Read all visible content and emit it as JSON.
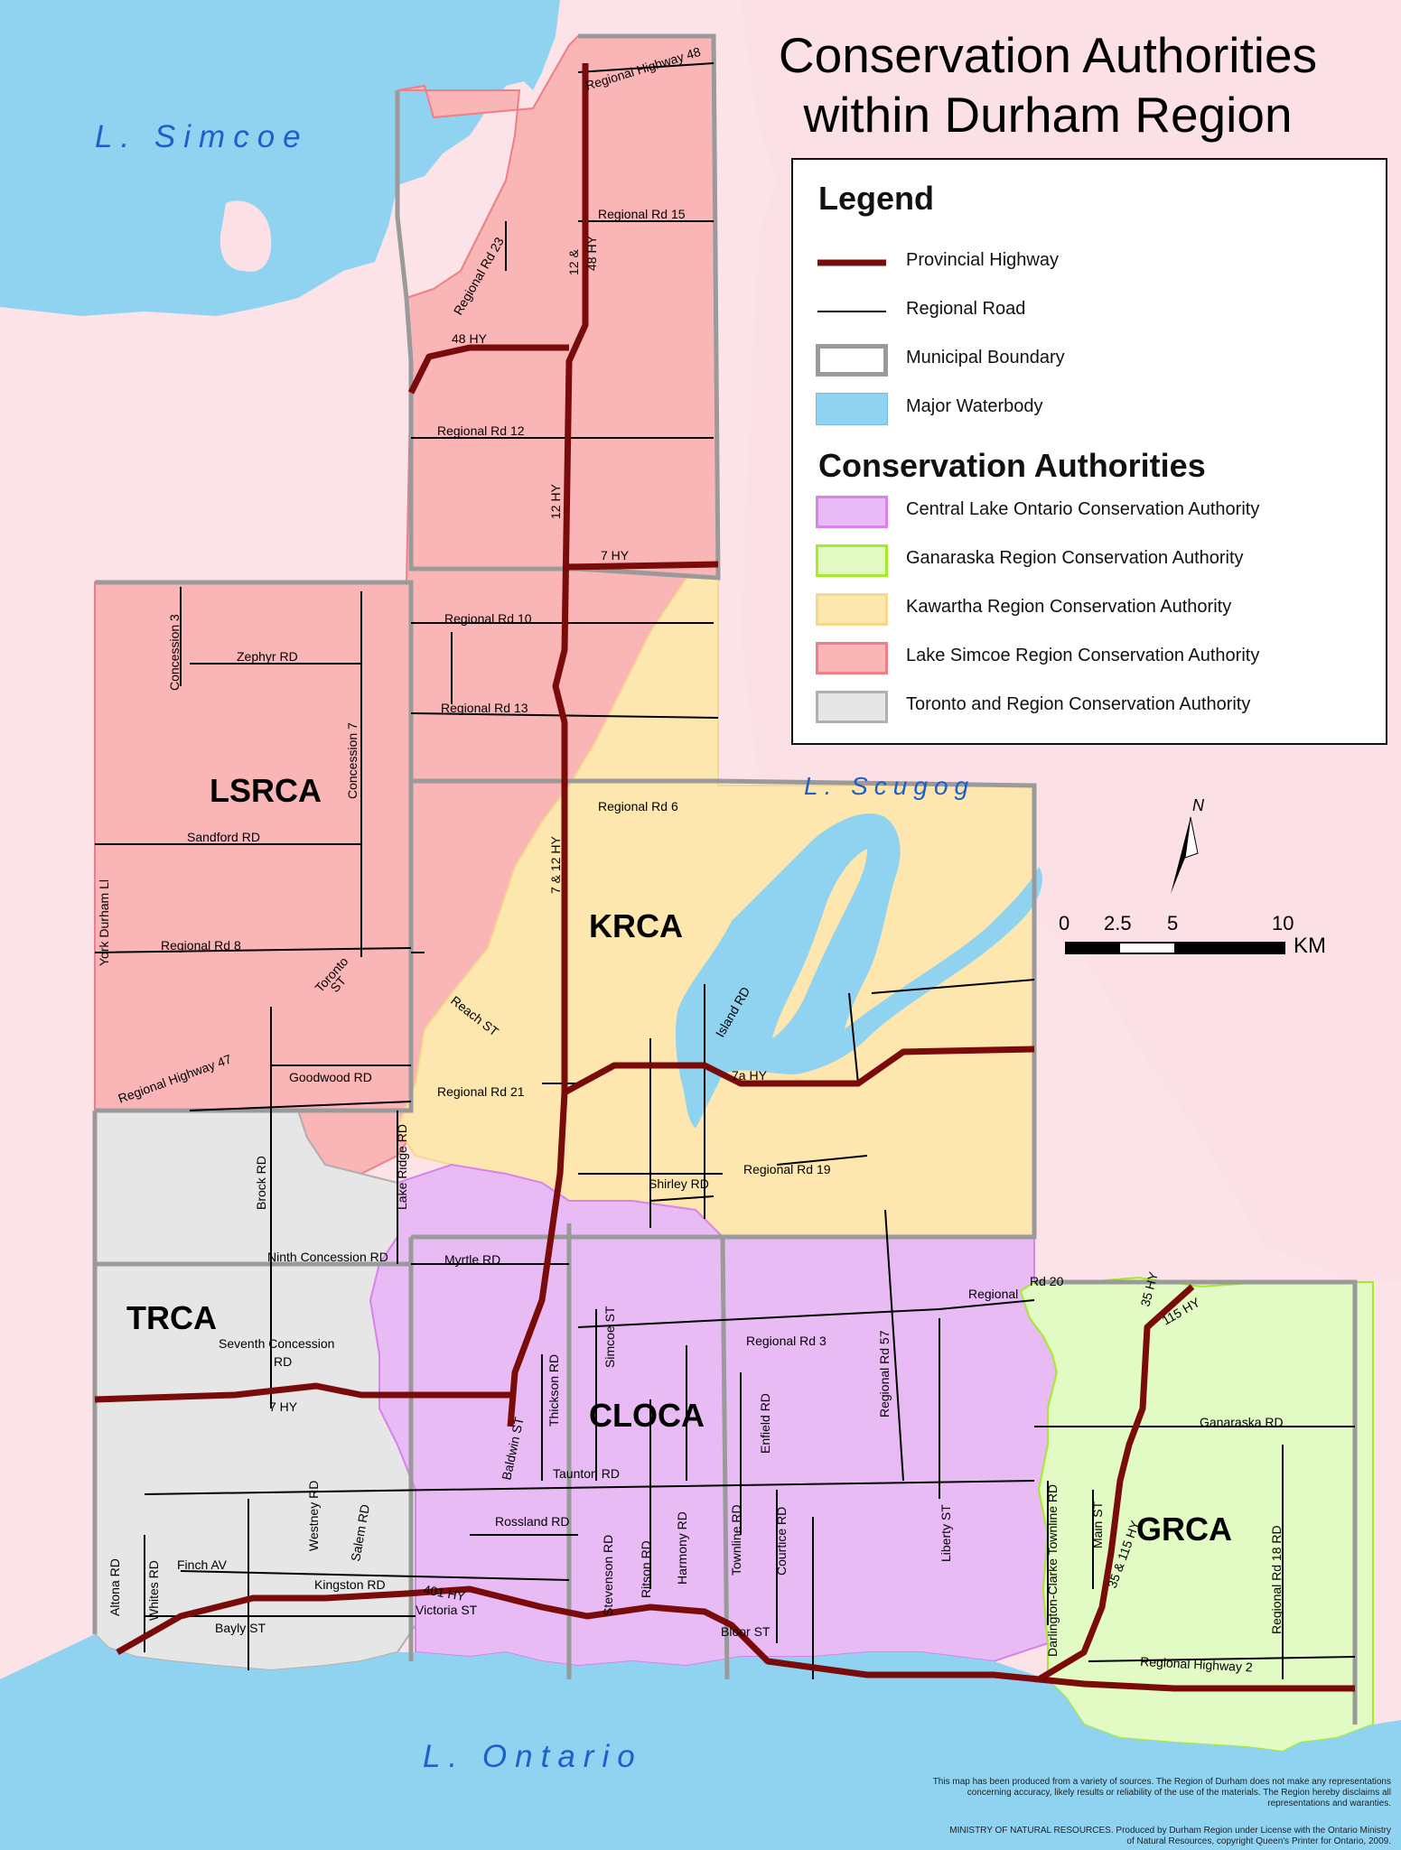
{
  "title": {
    "line1": "Conservation Authorities",
    "line2": "within Durham Region"
  },
  "legend": {
    "heading": "Legend",
    "items": [
      {
        "label": "Provincial Highway",
        "symbol": "highway"
      },
      {
        "label": "Regional Road",
        "symbol": "road"
      },
      {
        "label": "Municipal Boundary",
        "symbol": "boundary"
      },
      {
        "label": "Major Waterbody",
        "symbol": "water",
        "color": "#8fd3f1"
      }
    ],
    "ca_heading": "Conservation Authorities",
    "authorities": [
      {
        "label": "Central Lake Ontario Conservation Authority",
        "color": "#e8bbf5",
        "border": "#d982ee"
      },
      {
        "label": "Ganaraska Region Conservation Authority",
        "color": "#e2fbc4",
        "border": "#a6ea2a"
      },
      {
        "label": "Kawartha Region Conservation Authority",
        "color": "#fde7ae",
        "border": "#f5d88c"
      },
      {
        "label": "Lake Simcoe Region Conservation Authority",
        "color": "#fab5b7",
        "border": "#f07e86"
      },
      {
        "label": "Toronto and Region Conservation Authority",
        "color": "#e6e6e6",
        "border": "#b0b0b0"
      }
    ]
  },
  "water_labels": {
    "simcoe": "L. Simcoe",
    "scugog": "L. Scugog",
    "ontario": "L. Ontario"
  },
  "area_labels": {
    "lsrca": "LSRCA",
    "krca": "KRCA",
    "trca": "TRCA",
    "cloca": "CLOCA",
    "grca": "GRCA"
  },
  "scale": {
    "ticks": [
      "0",
      "2.5",
      "5",
      "10"
    ],
    "unit": "KM"
  },
  "north": "N",
  "roads": [
    "Regional Highway 48",
    "Regional Rd 15",
    "12 &",
    "48 HY",
    "Regional  Rd 23",
    "48  HY",
    "Regional Rd 12",
    "12 HY",
    "7 HY",
    "Regional Rd 10",
    "Regional  Rd 13",
    "Concession 3",
    "Zephyr RD",
    "Concession 7",
    "Sandford RD",
    "York Durham Ll",
    "Regional Rd 8",
    "Toronto",
    "ST",
    "Reach ST",
    "Regional Highway  47",
    "Goodwood  RD",
    "Regional Rd 21",
    "Lake  Ridge RD",
    "Brock RD",
    "Regional Rd 6",
    "7 & 12 HY",
    "Island RD",
    "7a  HY",
    "Shirley RD",
    "Regional Rd 19",
    "Ninth Concession RD",
    "Myrtle  RD",
    "Seventh Concession",
    "RD",
    "7  HY",
    "Simcoe ST",
    "Thickson RD",
    "Baldwin ST",
    "Regional Rd 3",
    "Enfield RD",
    "Regional  Rd  57",
    "Regional",
    "Rd  20",
    "35 HY",
    "115 HY",
    "Ganaraska RD",
    "Taunton  RD",
    "Westney RD",
    "Salem RD",
    "Rossland RD",
    "Stevenson RD",
    "Ritson RD",
    "Harmony RD",
    "Townline RD",
    "Courtice RD",
    "Liberty ST",
    "Darlington-Clarke Townline RD",
    "Main ST",
    "35  &  115 HY",
    "Regional Rd 18 RD",
    "Altona RD",
    "Whites RD",
    "Finch AV",
    "Kingston  RD",
    "401   HY",
    "Victoria  ST",
    "Bayly   ST",
    "Bloor  ST",
    "Regional Highway  2"
  ],
  "disclaimer": [
    "This map has been produced from a variety of sources. The Region of Durham does not make any representations",
    "concerning accuracy, likely results or reliability of the use of the materials. The Region hereby disclaims all",
    "representations and waranties."
  ],
  "credits": [
    "MINISTRY OF NATURAL RESOURCES. Produced by Durham Region under License with the Ontario Ministry",
    "of Natural Resources, copyright Queen's Printer for Ontario, 2009."
  ]
}
